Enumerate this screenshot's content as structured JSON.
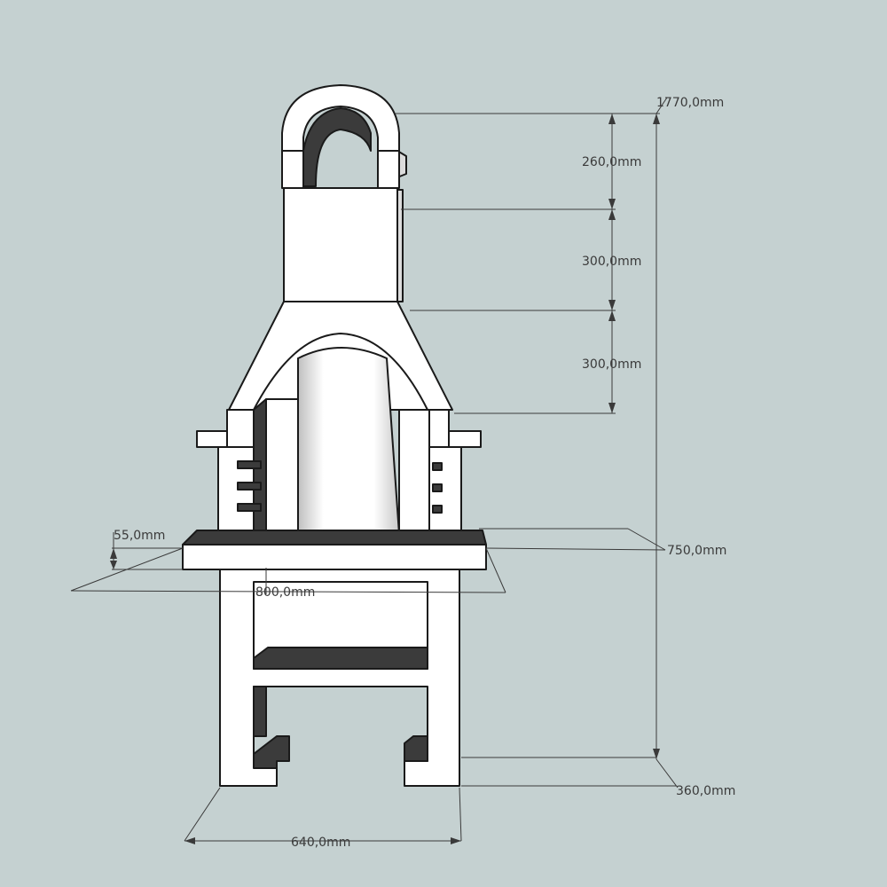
{
  "dimensions": {
    "total_height": "1770,0mm",
    "chimney_cap": "260,0mm",
    "chimney_shaft": "300,0mm",
    "hood": "300,0mm",
    "counter_height": "750,0mm",
    "slab_thickness": "55,0mm",
    "slab_width": "800,0mm",
    "base_depth": "360,0mm",
    "base_width": "640,0mm"
  },
  "colors": {
    "background": "#c5d1d1",
    "body": "#ffffff",
    "dark": "#3b3b3b",
    "shade": "#dcdcdc",
    "line": "#3a3a3a"
  }
}
